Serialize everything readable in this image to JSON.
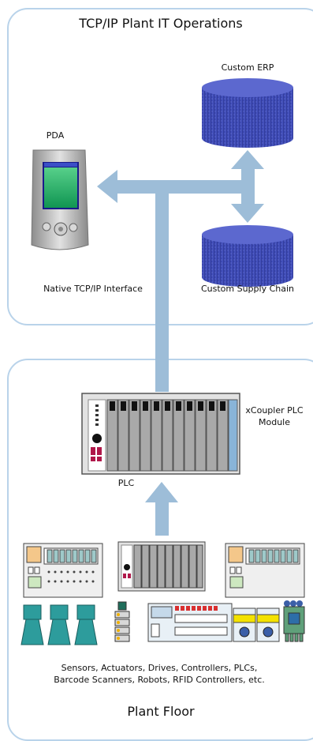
{
  "top_panel": {
    "title": "TCP/IP Plant IT Operations"
  },
  "bottom_panel": {
    "title": "Plant Floor"
  },
  "labels": {
    "erp": "Custom ERP",
    "pda": "PDA",
    "supply_chain": "Custom Supply Chain",
    "interface": "Native TCP/IP Interface",
    "module_line1": "xCoupler PLC",
    "module_line2": "Module",
    "plc": "PLC",
    "devices_line1": "Sensors, Actuators, Drives, Controllers, PLCs,",
    "devices_line2": "Barcode Scanners, Robots, RFID Controllers, etc."
  },
  "colors": {
    "arrow": "#9dbdd8",
    "panel_border": "#b9d3ea",
    "database": "#3f4bb3",
    "pda_screen": "#1faa6a",
    "plc_body": "#b9b9b9",
    "sensor": "#2d9c9c"
  },
  "icons": [
    "pda-icon",
    "database-icon",
    "plc-icon",
    "sensor-icon",
    "drive-icon",
    "controller-icon"
  ]
}
